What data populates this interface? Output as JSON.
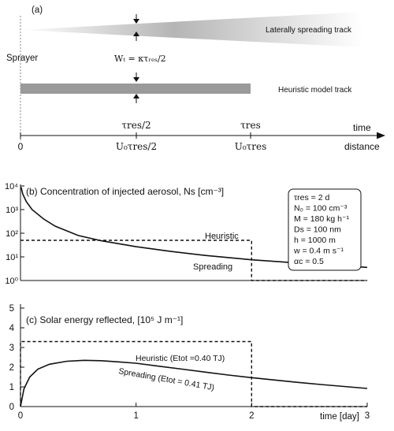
{
  "panel_a": {
    "panel_label": "(a)",
    "source_label": "Sprayer",
    "spreading_track_label": "Laterally spreading track",
    "heuristic_track_label": "Heuristic model track",
    "width_formula": "Wₜ = κτᵣₑₛ/2",
    "time_axis_label": "time",
    "distance_axis_label": "distance",
    "time_ticks": [
      "τres/2",
      "τres"
    ],
    "distance_ticks": [
      "0",
      "U₀τres/2",
      "U₀τres"
    ]
  },
  "chart_data": [
    {
      "type": "line",
      "title": "(b)  Concentration of injected aerosol, Ns [cm⁻³]",
      "yscale": "log",
      "xlim": [
        0,
        3
      ],
      "ylim": [
        1,
        10000
      ],
      "ytick_labels": [
        "10⁰",
        "10¹",
        "10²",
        "10³",
        "10⁴"
      ],
      "ytick_values": [
        1,
        10,
        100,
        1000,
        10000
      ],
      "series": [
        {
          "name": "Heuristic",
          "style": "dashed",
          "x": [
            0,
            2,
            2,
            3
          ],
          "y": [
            50,
            50,
            1,
            1
          ]
        },
        {
          "name": "Spreading",
          "style": "solid",
          "x": [
            0.005,
            0.01,
            0.02,
            0.05,
            0.1,
            0.2,
            0.3,
            0.5,
            0.7,
            1.0,
            1.3,
            1.6,
            2.0,
            2.4,
            2.7,
            3.0
          ],
          "y": [
            9000,
            7000,
            4500,
            2200,
            1000,
            400,
            200,
            80,
            48,
            27,
            17,
            11.5,
            7.5,
            5.5,
            4.3,
            3.6
          ]
        }
      ],
      "legend_box": {
        "lines": [
          "τres = 2 d",
          "N₀ = 100 cm⁻³",
          "M = 180 kg h⁻¹",
          "Ds = 100 nm",
          "h = 1000 m",
          "w = 0.4 m s⁻¹",
          "αc = 0.5"
        ],
        "placement": "top-right"
      }
    },
    {
      "type": "line",
      "title": "(c)  Solar energy reflected, [10⁵ J m⁻¹]",
      "xlim": [
        0,
        3
      ],
      "ylim": [
        0,
        5
      ],
      "xlabel": "time [day]",
      "xtick_labels": [
        "0",
        "1",
        "2",
        "3"
      ],
      "xtick_values": [
        0,
        1,
        2,
        3
      ],
      "ytick_labels": [
        "0",
        "1",
        "2",
        "3",
        "4",
        "5"
      ],
      "ytick_values": [
        0,
        1,
        2,
        3,
        4,
        5
      ],
      "series": [
        {
          "name": "Heuristic (Etot =0.40 TJ)",
          "style": "dashed",
          "x": [
            0,
            0,
            2,
            2,
            3
          ],
          "y": [
            0,
            3.3,
            3.3,
            0,
            0
          ]
        },
        {
          "name": "Spreading (Etot = 0.41 TJ)",
          "style": "solid",
          "x": [
            0,
            0.03,
            0.08,
            0.15,
            0.25,
            0.4,
            0.55,
            0.7,
            0.85,
            1.0,
            1.2,
            1.4,
            1.6,
            1.8,
            2.0,
            2.2,
            2.4,
            2.6,
            2.8,
            3.0
          ],
          "y": [
            0,
            0.9,
            1.5,
            1.9,
            2.15,
            2.3,
            2.35,
            2.33,
            2.27,
            2.2,
            2.05,
            1.9,
            1.75,
            1.6,
            1.47,
            1.35,
            1.23,
            1.12,
            1.02,
            0.92
          ]
        }
      ]
    }
  ]
}
